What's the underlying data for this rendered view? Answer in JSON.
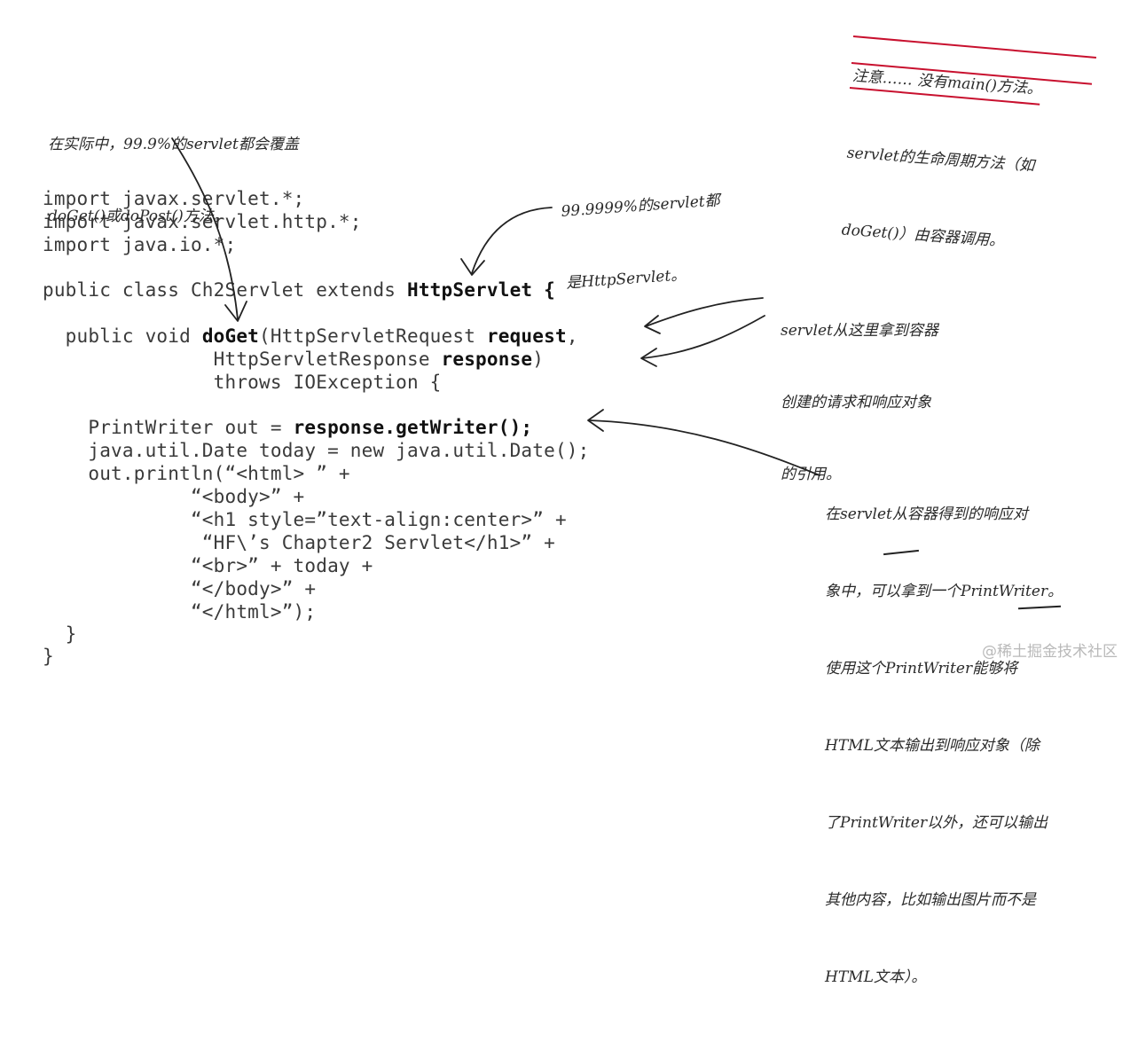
{
  "code": {
    "lines": [
      [
        {
          "t": "import javax.servlet.*;"
        }
      ],
      [
        {
          "t": "import javax.servlet.http.*;"
        }
      ],
      [
        {
          "t": "import java.io.*;"
        }
      ],
      [
        {
          "t": "public class Ch2Servlet extends "
        },
        {
          "t": "HttpServlet {",
          "b": true
        }
      ],
      [
        {
          "t": "  public void "
        },
        {
          "t": "doGet",
          "b": true
        },
        {
          "t": "(HttpServletRequest "
        },
        {
          "t": "request",
          "b": true
        },
        {
          "t": ","
        }
      ],
      [
        {
          "t": "               HttpServletResponse "
        },
        {
          "t": "response",
          "b": true
        },
        {
          "t": ")"
        }
      ],
      [
        {
          "t": "               throws IOException {"
        }
      ],
      [
        {
          "t": "    PrintWriter out = "
        },
        {
          "t": "response.getWriter();",
          "b": true
        }
      ],
      [
        {
          "t": "    java.util.Date today = new java.util.Date();"
        }
      ],
      [
        {
          "t": "    out.println(“<html> ” +"
        }
      ],
      [
        {
          "t": "             “<body>” +"
        }
      ],
      [
        {
          "t": "             “<h1 style=”text-align:center>” +"
        }
      ],
      [
        {
          "t": "              “HF\\’s Chapter2 Servlet</h1>” +"
        }
      ],
      [
        {
          "t": "             “<br>” + today +"
        }
      ],
      [
        {
          "t": "             “</body>” +"
        }
      ],
      [
        {
          "t": "             “</html>”);"
        }
      ],
      [
        {
          "t": "  }"
        }
      ],
      [
        {
          "t": "}"
        }
      ]
    ]
  },
  "annotations": {
    "doget_override": [
      "在实际中，99.9%的servlet都会覆盖",
      "doGet()或doPost()方法。"
    ],
    "http_servlet": [
      "99.9999%的servlet都",
      "是HttpServlet。"
    ],
    "no_main": [
      "注意…… 没有main()方法。",
      "servlet的生命周期方法（如",
      "doGet()）由容器调用。"
    ],
    "request_response": [
      "servlet从这里拿到容器",
      "创建的请求和响应对象",
      "的引用。"
    ],
    "printwriter": [
      "在servlet从容器得到的响应对",
      "象中，可以拿到一个PrintWriter。",
      "使用这个PrintWriter能够将",
      "HTML文本输出到响应对象（除",
      "了PrintWriter以外，还可以输出",
      "其他内容，比如输出图片而不是",
      "HTML文本）。"
    ]
  },
  "watermark": "@稀土掘金技术社区"
}
